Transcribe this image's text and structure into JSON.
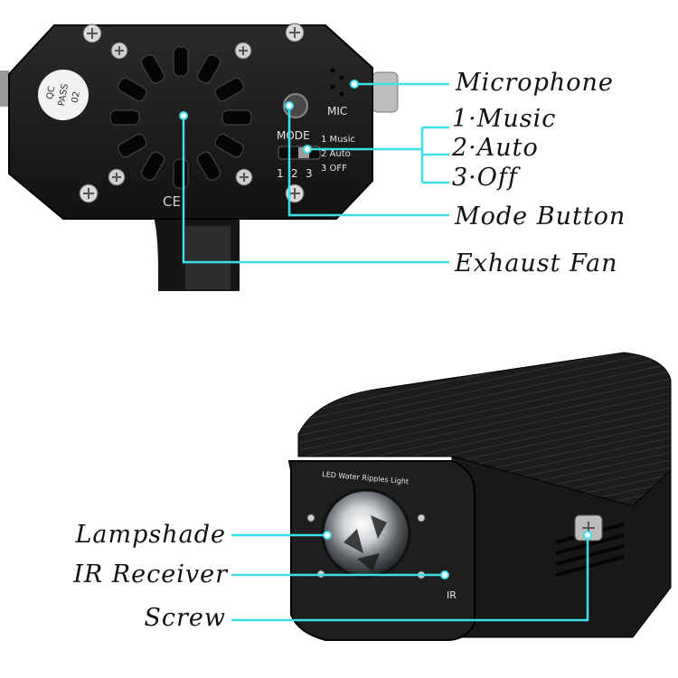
{
  "panel_top": {
    "sticker": [
      "QC",
      "PASS",
      "02"
    ],
    "mic_print": "MIC",
    "mode_print": "MODE",
    "switch_positions": [
      "1",
      "2",
      "3"
    ],
    "switch_options": [
      "1 Music",
      "2 Auto",
      "3 OFF"
    ],
    "ce_mark": "CE"
  },
  "panel_bottom": {
    "device_print": "LED Water Ripples Light",
    "ir_print": "IR"
  },
  "callouts": {
    "microphone": "Microphone",
    "mode_list": [
      "1·Music",
      "2·Auto",
      "3·Off"
    ],
    "mode_button": "Mode Button",
    "exhaust_fan": "Exhaust Fan",
    "lampshade": "Lampshade",
    "ir_receiver": "IR Receiver",
    "screw": "Screw"
  },
  "colors": {
    "callout_line": "#3ee0e8",
    "device_body": "#1b1b1b",
    "label_text": "#111111"
  }
}
